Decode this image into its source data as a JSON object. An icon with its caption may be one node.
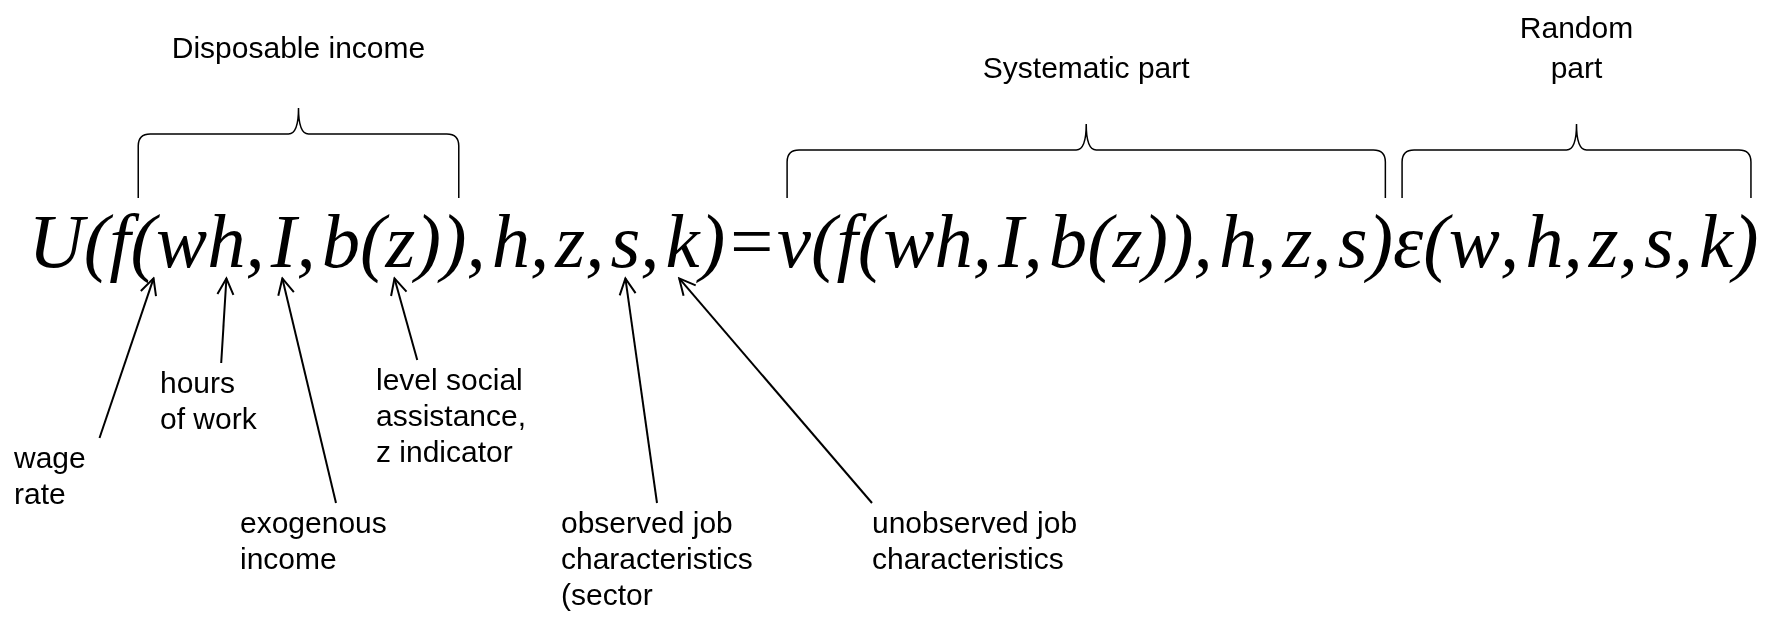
{
  "diagram": {
    "nodes": [
      {
        "text": [
          "U(f(wh,I,b(z)),h,z,s,k)=v(f(wh,I,b(z)),h,z,s)ε(w,h,z,s,k)"
        ]
      },
      {
        "text": [
          "wage rate"
        ]
      },
      {
        "text": [
          "hours of work"
        ]
      },
      {
        "text": [
          "exogenous income"
        ]
      },
      {
        "text": [
          "level social assistance, z indicator"
        ]
      },
      {
        "text": [
          "observed job characteristics (sector"
        ]
      },
      {
        "text": [
          "unobserved job characteristics"
        ]
      }
    ],
    "edges": [
      {
        "from": 1,
        "to": 0,
        "arrow": "to"
      },
      {
        "from": 2,
        "to": 0,
        "arrow": "to"
      },
      {
        "from": 3,
        "to": 0,
        "arrow": "to"
      },
      {
        "from": 4,
        "to": 0,
        "arrow": "to"
      },
      {
        "from": 5,
        "to": 0,
        "arrow": "to"
      },
      {
        "from": 6,
        "to": 0,
        "arrow": "to"
      }
    ],
    "labels": [
      "Disposable income",
      "Systematic part",
      "Random part"
    ]
  }
}
